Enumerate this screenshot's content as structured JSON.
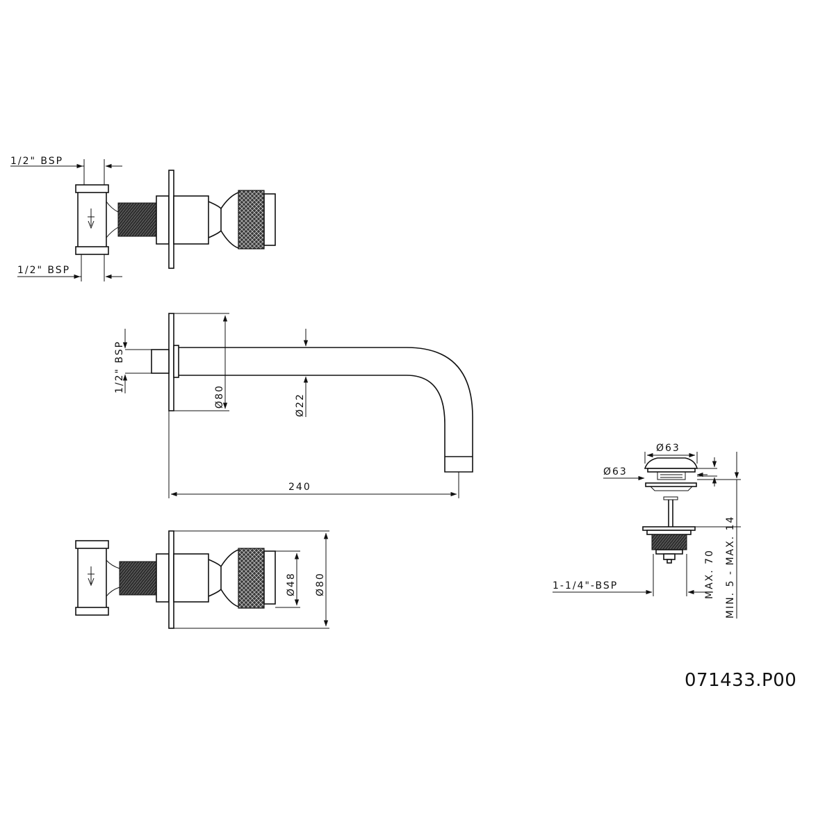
{
  "product_code": "071433.P00",
  "colors": {
    "line": "#111111",
    "background": "#ffffff"
  },
  "labels": {
    "valve_top_inlet": "1/2\" BSP",
    "valve_top_outlet": "1/2\" BSP",
    "spout_inlet": "1/2\" BSP",
    "spout_rosette_dia": "Ø80",
    "spout_pipe_dia": "Ø22",
    "spout_length": "240",
    "valve_handle_dia": "Ø48",
    "valve_rosette_dia": "Ø80",
    "waste_cap_dia": "Ø63",
    "waste_flange_dia": "Ø63",
    "waste_thread": "1-1/4\"-BSP",
    "waste_max_height": "MAX. 70",
    "waste_range": "MIN. 5 - MAX. 14"
  }
}
